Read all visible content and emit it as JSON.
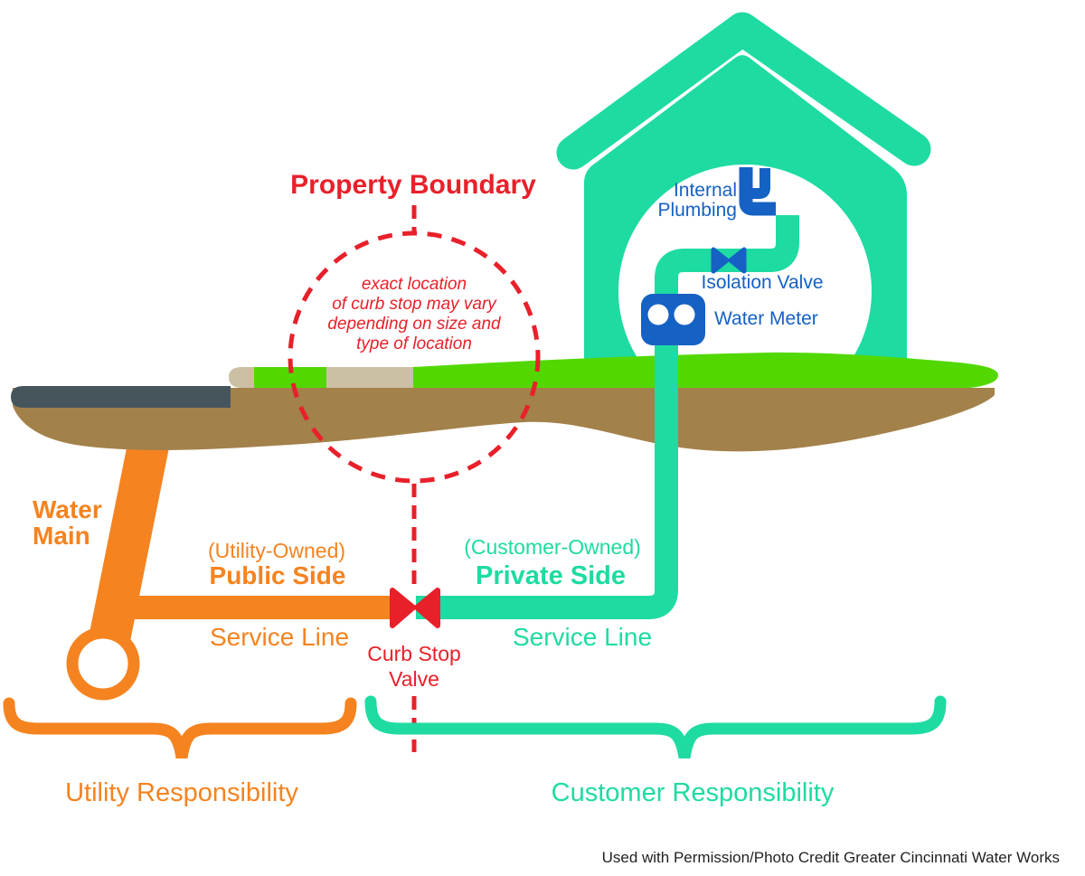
{
  "boundary": {
    "title": "Property Boundary",
    "note_lines": [
      "exact location",
      "of curb stop may vary",
      "depending on size and",
      "type of location"
    ],
    "curb_stop_line1": "Curb Stop",
    "curb_stop_line2": "Valve"
  },
  "house_plumbing": {
    "internal_line1": "Internal",
    "internal_line2": "Plumbing",
    "isolation_valve": "Isolation Valve",
    "water_meter": "Water Meter"
  },
  "utility_side": {
    "ownership": "(Utility-Owned)",
    "side": "Public Side",
    "service_line": "Service Line",
    "water_main_line1": "Water",
    "water_main_line2": "Main",
    "responsibility": "Utility Responsibility"
  },
  "customer_side": {
    "ownership": "(Customer-Owned)",
    "side": "Private Side",
    "service_line": "Service Line",
    "responsibility": "Customer Responsibility"
  },
  "credit": "Used with Permission/Photo Credit Greater Cincinnati Water Works",
  "colors": {
    "teal": "#1edba2",
    "grass_green": "#52d800",
    "soil_brown": "#a3814a",
    "sidewalk_tan": "#cbc0a3",
    "road_gray": "#46555b",
    "orange": "#f5831f",
    "red": "#e8202a",
    "blue": "#1561c4",
    "credit_text": "#231f20"
  }
}
